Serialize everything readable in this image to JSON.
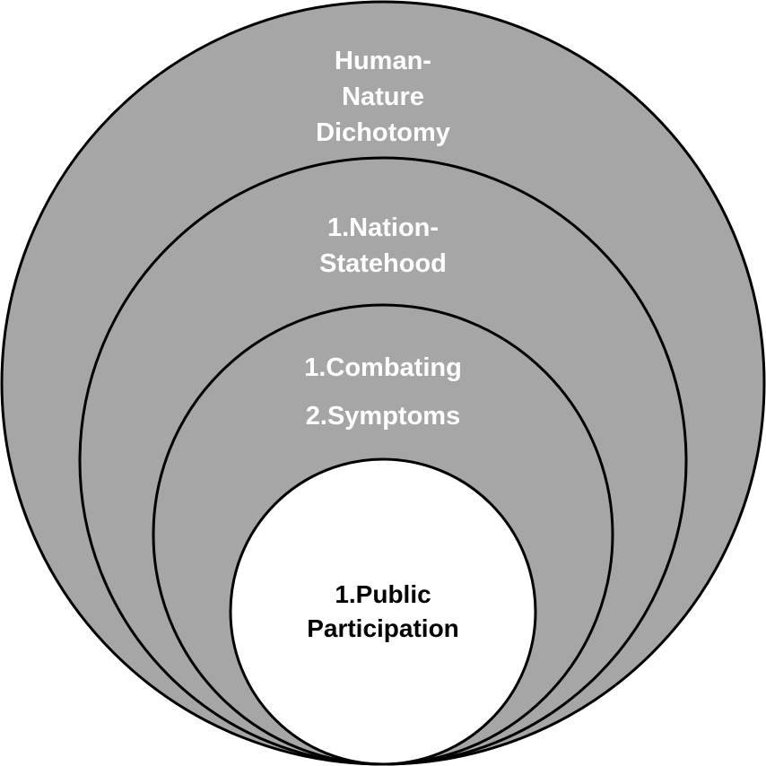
{
  "diagram": {
    "colors": {
      "ring_fill": "#a6a6a6",
      "inner_fill": "#ffffff",
      "outline": "#000000",
      "ring_text": "#ffffff",
      "inner_text": "#000000"
    },
    "outer_ring": {
      "lines": [
        "Human-",
        "Nature",
        "Dichotomy"
      ]
    },
    "second_ring": {
      "lines": [
        "1.Nation-",
        "Statehood"
      ]
    },
    "third_ring": {
      "items": [
        "1.Combating",
        "2.Symptoms"
      ]
    },
    "inner_circle": {
      "lines": [
        "1.Public",
        "Participation"
      ]
    }
  }
}
